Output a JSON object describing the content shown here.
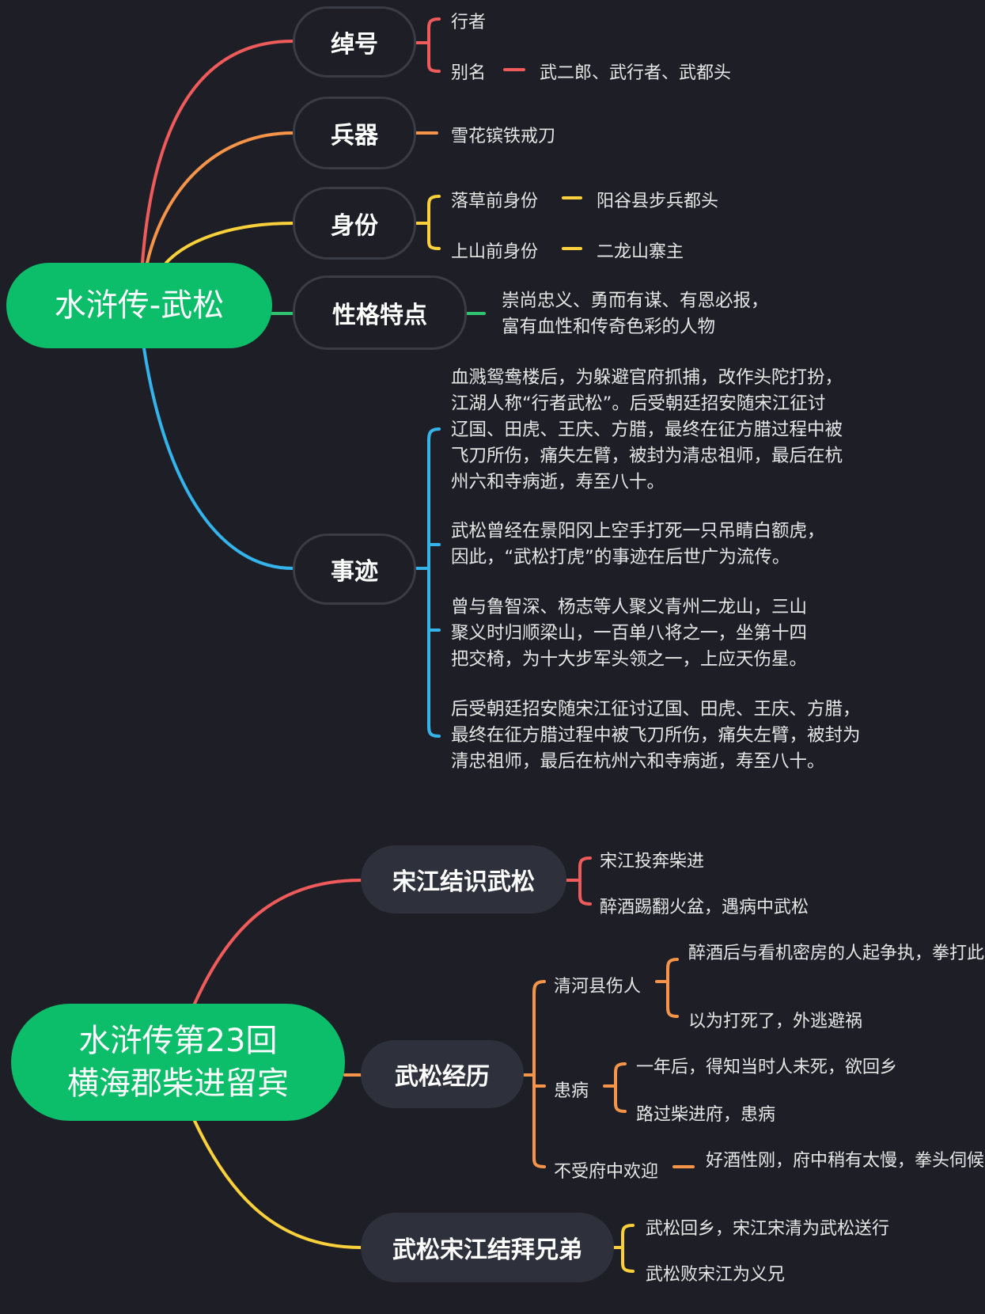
{
  "map1": {
    "root": "水浒传-武松",
    "epithet": {
      "label": "绰号",
      "value": "行者",
      "alias_label": "别名",
      "alias_value": "武二郎、武行者、武都头"
    },
    "weapon": {
      "label": "兵器",
      "value": "雪花镔铁戒刀"
    },
    "identity": {
      "label": "身份",
      "before_outlaw_label": "落草前身份",
      "before_outlaw_value": "阳谷县步兵都头",
      "before_mountain_label": "上山前身份",
      "before_mountain_value": "二龙山寨主"
    },
    "character": {
      "label": "性格特点",
      "text": "崇尚忠义、勇而有谋、有恩必报，\n富有血性和传奇色彩的人物"
    },
    "deeds": {
      "label": "事迹",
      "items": [
        "血溅鸳鸯楼后，为躲避官府抓捕，改作头陀打扮，\n江湖人称“行者武松”。后受朝廷招安随宋江征讨\n辽国、田虎、王庆、方腊，最终在征方腊过程中被\n飞刀所伤，痛失左臂，被封为清忠祖师，最后在杭\n州六和寺病逝，寿至八十。",
        "武松曾经在景阳冈上空手打死一只吊睛白额虎，\n因此，“武松打虎”的事迹在后世广为流传。",
        "曾与鲁智深、杨志等人聚义青州二龙山，三山\n聚义时归顺梁山，一百单八将之一，坐第十四\n把交椅，为十大步军头领之一，上应天伤星。",
        "后受朝廷招安随宋江征讨辽国、田虎、王庆、方腊，\n最终在征方腊过程中被飞刀所伤，痛失左臂，被封为\n清忠祖师，最后在杭州六和寺病逝，寿至八十。"
      ]
    }
  },
  "map2": {
    "root": "水浒传第23回\n横海郡柴进留宾",
    "meet": {
      "label": "宋江结识武松",
      "items": [
        "宋江投奔柴进",
        "醉酒踢翻火盆，遇病中武松"
      ]
    },
    "experience": {
      "label": "武松经历",
      "injury": {
        "label": "清河县伤人",
        "items": [
          "醉酒后与看机密房的人起争执，拳打此人",
          "以为打死了，外逃避祸"
        ]
      },
      "illness": {
        "label": "患病",
        "items": [
          "一年后，得知当时人未死，欲回乡",
          "路过柴进府，患病"
        ]
      },
      "unwelcome": {
        "label": "不受府中欢迎",
        "value": "好酒性刚，府中稍有太慢，拳头伺候"
      }
    },
    "brothers": {
      "label": "武松宋江结拜兄弟",
      "items": [
        "武松回乡，宋江宋清为武松送行",
        "武松败宋江为义兄"
      ]
    }
  },
  "colors": {
    "background": "#1e1f26",
    "root": "#0cbd6a",
    "red": "#ef5b5b",
    "orange": "#f6944a",
    "yellow": "#fbd13b",
    "green": "#2fc26f",
    "blue": "#35b4ec"
  }
}
